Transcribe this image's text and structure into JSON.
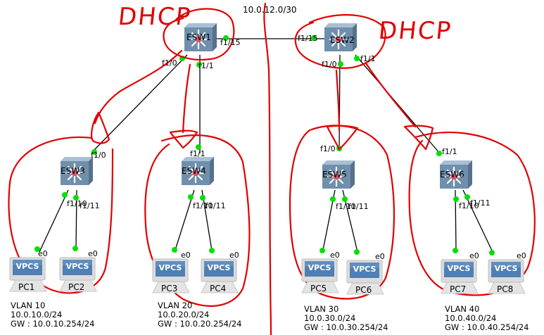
{
  "subnet_label": "10.0.12.0/30",
  "annotations": {
    "dhcp_left": "DHCP",
    "dhcp_right": "DHCP"
  },
  "colors": {
    "link": "#000000",
    "port_up": "#00e000",
    "annotation": "#e00000",
    "switch_face": "#6f8fad"
  },
  "switches": [
    {
      "name": "ESW1"
    },
    {
      "name": "ESW2"
    },
    {
      "name": "ESW3"
    },
    {
      "name": "ESW4"
    },
    {
      "name": "ESW5"
    },
    {
      "name": "ESW6"
    }
  ],
  "pcs": [
    {
      "name": "PC1",
      "badge": "VPCS",
      "port": "e0"
    },
    {
      "name": "PC2",
      "badge": "VPCS",
      "port": "e0"
    },
    {
      "name": "PC3",
      "badge": "VPCS",
      "port": "e0"
    },
    {
      "name": "PC4",
      "badge": "VPCS",
      "port": "e0"
    },
    {
      "name": "PC5",
      "badge": "VPCS",
      "port": "e0"
    },
    {
      "name": "PC6",
      "badge": "VPCS",
      "port": "e0"
    },
    {
      "name": "PC7",
      "badge": "VPCS",
      "port": "e0"
    },
    {
      "name": "PC8",
      "badge": "VPCS",
      "port": "e0"
    }
  ],
  "ports": {
    "esw1_trunk": "f1/15",
    "esw2_trunk": "f1/15",
    "esw1_f10": "f1/0",
    "esw1_f11": "f1/1",
    "esw2_f10": "f1/0",
    "esw2_f11": "f1/1",
    "esw3_up": "f1/0",
    "esw3_down": "f1/10",
    "esw3_down2": "f1/11",
    "esw4_up": "f1/1",
    "esw4_down": "f1/10",
    "esw4_down2": "f1/11",
    "esw5_up": "f1/0",
    "esw5_down": "f1/10",
    "esw5_down2": "f1/11",
    "esw6_up": "f1/1",
    "esw6_down": "f1/10",
    "esw6_down2": "f1/11"
  },
  "vlans": [
    {
      "vlan": "VLAN 10",
      "network": "10.0.10.0/24",
      "gateway": "GW : 10.0.10.254/24"
    },
    {
      "vlan": "VLAN 20",
      "network": "10.0.20.0/24",
      "gateway": "GW : 10.0.20.254/24"
    },
    {
      "vlan": "VLAN 30",
      "network": "10.0.30.0/24",
      "gateway": "GW : 10.0.30.254/24"
    },
    {
      "vlan": "VLAN 40",
      "network": "10.0.40.0/24",
      "gateway": "GW : 10.0.40.254/24"
    }
  ]
}
